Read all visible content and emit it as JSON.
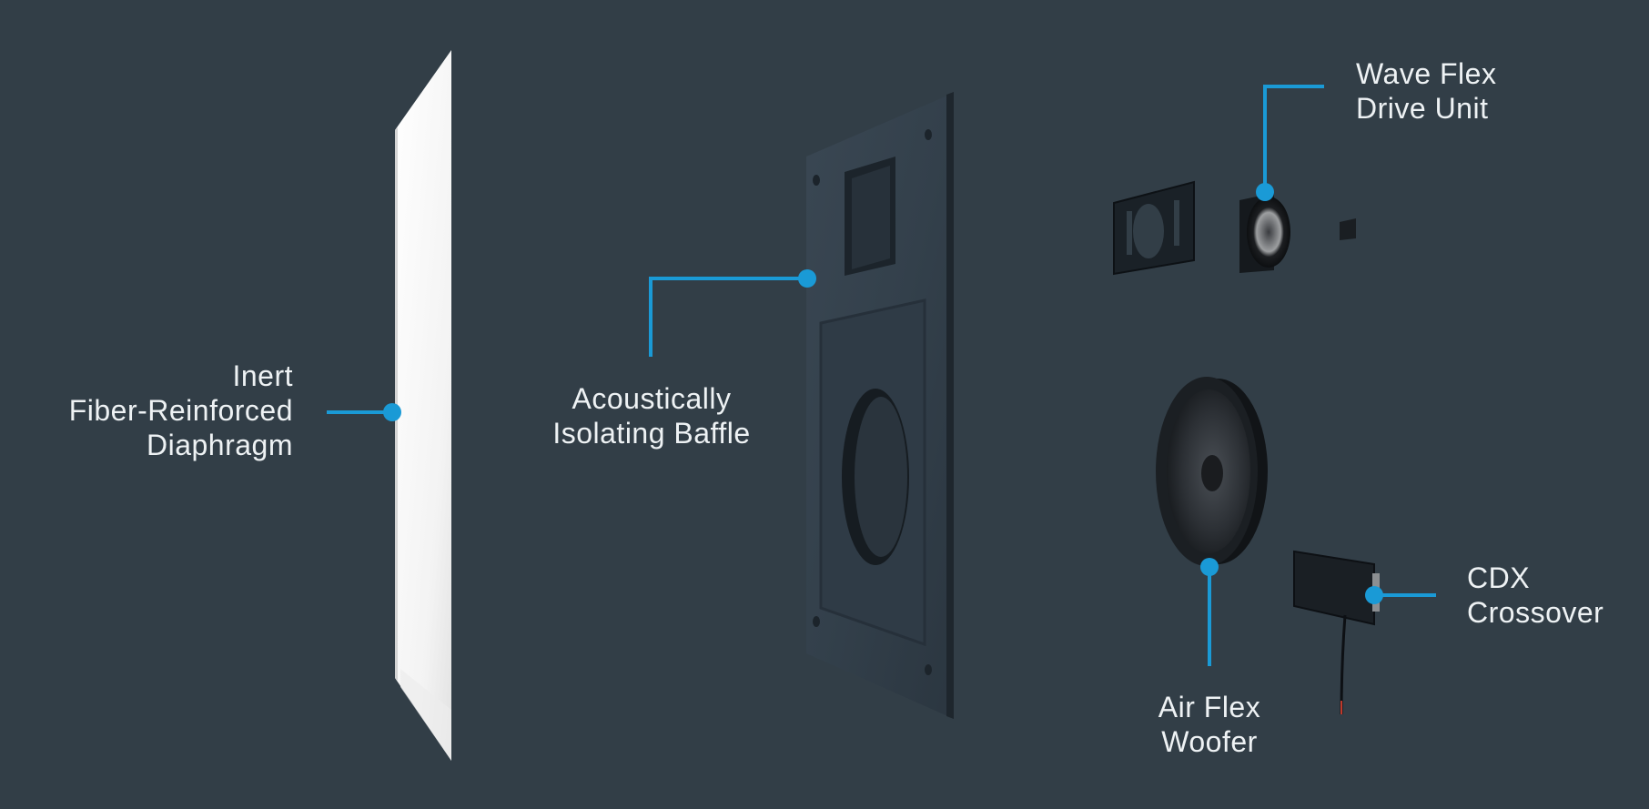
{
  "colors": {
    "background": "#323e47",
    "leader": "#1a9ad6",
    "label_text": "#eef2f4",
    "panel": "#f2f2f2",
    "component_dark": "#1f2830"
  },
  "callouts": {
    "diaphragm": {
      "line1": "Inert",
      "line2": "Fiber-Reinforced",
      "line3": "Diaphragm"
    },
    "baffle": {
      "line1": "Acoustically",
      "line2": "Isolating Baffle"
    },
    "wave_flex": {
      "line1": "Wave Flex",
      "line2": "Drive Unit"
    },
    "air_flex": {
      "line1": "Air Flex",
      "line2": "Woofer"
    },
    "crossover": {
      "line1": "CDX",
      "line2": "Crossover"
    }
  }
}
